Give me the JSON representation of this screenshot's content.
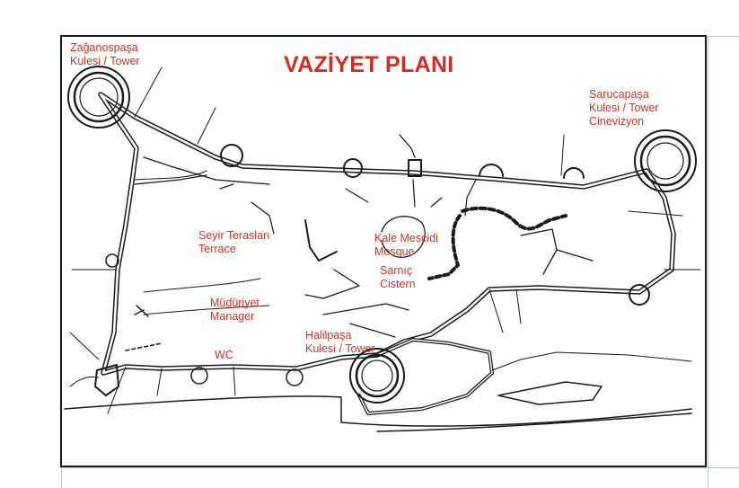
{
  "title": "VAZİYET PLANI",
  "colors": {
    "label": "#d8321f",
    "title": "#d72a1e",
    "line": "#1a1a1a"
  },
  "labels": {
    "zaganospasa": [
      "Zağanospaşa",
      "Kulesi / Tower"
    ],
    "sarucapasa": [
      "Sarucapaşa",
      "Kulesi / Tower",
      "Cinevizyon"
    ],
    "seyir": [
      "Seyir Terasları",
      "Terrace"
    ],
    "mescit": [
      "Kale Mescidi",
      "Mosque"
    ],
    "sarnic": [
      "Sarnıç",
      "Cistern"
    ],
    "mudur": [
      "Müdüriyet",
      "Manager"
    ],
    "wc": [
      "WC"
    ],
    "halilpasa": [
      "Halilpaşa",
      "Kulesi / Tower"
    ]
  }
}
